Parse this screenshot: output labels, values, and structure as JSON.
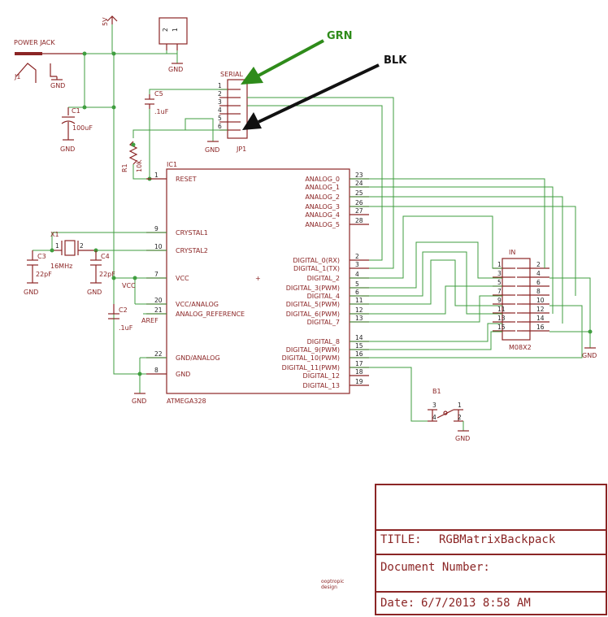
{
  "annotations": {
    "grn": {
      "text": "GRN",
      "color": "#2e8b1a"
    },
    "blk": {
      "text": "BLK",
      "color": "#111111"
    }
  },
  "power": {
    "power_jack_label": "POWER JACK",
    "j1_label": "J1",
    "five_v": "5V",
    "gnd": "GND",
    "c1_name": "C1",
    "c1_value": "100uF",
    "c5_name": "C5",
    "c5_value": ".1uF",
    "r1_name": "R1",
    "r1_value": "10K",
    "header_pins": [
      "1",
      "2"
    ]
  },
  "serial": {
    "title": "SERIAL",
    "ref": "JP1",
    "pins": [
      "1",
      "2",
      "3",
      "4",
      "5",
      "6"
    ]
  },
  "crystal": {
    "x1_name": "X1",
    "x1_value": "16MHz",
    "c3_name": "C3",
    "c3_value": "22pF",
    "c4_name": "C4",
    "c4_value": "22pF",
    "c2_name": "C2",
    "c2_value": ".1uF",
    "vcc_net": "VCC",
    "aref_net": "AREF",
    "pin_1": "1",
    "pin_2": "2"
  },
  "ic": {
    "ref": "IC1",
    "part": "ATMEGA328",
    "left_pins": [
      {
        "num": "1",
        "name": "RESET"
      },
      {
        "num": "9",
        "name": "CRYSTAL1"
      },
      {
        "num": "10",
        "name": "CRYSTAL2"
      },
      {
        "num": "7",
        "name": "VCC"
      },
      {
        "num": "20",
        "name": "VCC/ANALOG"
      },
      {
        "num": "21",
        "name": "ANALOG_REFERENCE"
      },
      {
        "num": "22",
        "name": "GND/ANALOG"
      },
      {
        "num": "8",
        "name": "GND"
      }
    ],
    "right_pins": [
      {
        "num": "23",
        "name": "ANALOG_0"
      },
      {
        "num": "24",
        "name": "ANALOG_1"
      },
      {
        "num": "25",
        "name": "ANALOG_2"
      },
      {
        "num": "26",
        "name": "ANALOG_3"
      },
      {
        "num": "27",
        "name": "ANALOG_4"
      },
      {
        "num": "28",
        "name": "ANALOG_5"
      },
      {
        "num": "2",
        "name": "DIGITAL_0(RX)"
      },
      {
        "num": "3",
        "name": "DIGITAL_1(TX)"
      },
      {
        "num": "4",
        "name": "DIGITAL_2"
      },
      {
        "num": "5",
        "name": "DIGITAL_3(PWM)"
      },
      {
        "num": "6",
        "name": "DIGITAL_4"
      },
      {
        "num": "11",
        "name": "DIGITAL_5(PWM)"
      },
      {
        "num": "12",
        "name": "DIGITAL_6(PWM)"
      },
      {
        "num": "13",
        "name": "DIGITAL_7"
      },
      {
        "num": "14",
        "name": "DIGITAL_8"
      },
      {
        "num": "15",
        "name": "DIGITAL_9(PWM)"
      },
      {
        "num": "16",
        "name": "DIGITAL_10(PWM)"
      },
      {
        "num": "17",
        "name": "DIGITAL_11(PWM)"
      },
      {
        "num": "18",
        "name": "DIGITAL_12"
      },
      {
        "num": "19",
        "name": "DIGITAL_13"
      }
    ]
  },
  "connector": {
    "title": "IN",
    "part": "M08X2",
    "left_pins": [
      "1",
      "3",
      "5",
      "7",
      "9",
      "11",
      "13",
      "15"
    ],
    "right_pins": [
      "2",
      "4",
      "6",
      "8",
      "10",
      "12",
      "14",
      "16"
    ]
  },
  "button": {
    "ref": "B1",
    "pins": [
      "3",
      "1",
      "4",
      "2"
    ]
  },
  "logo": [
    "ooptropic",
    "design"
  ],
  "title_block": {
    "title_label": "TITLE:",
    "title_value": "RGBMatrixBackpack",
    "docnum_label": "Document Number:",
    "date_label": "Date:",
    "date_value": "6/7/2013 8:58 AM"
  }
}
